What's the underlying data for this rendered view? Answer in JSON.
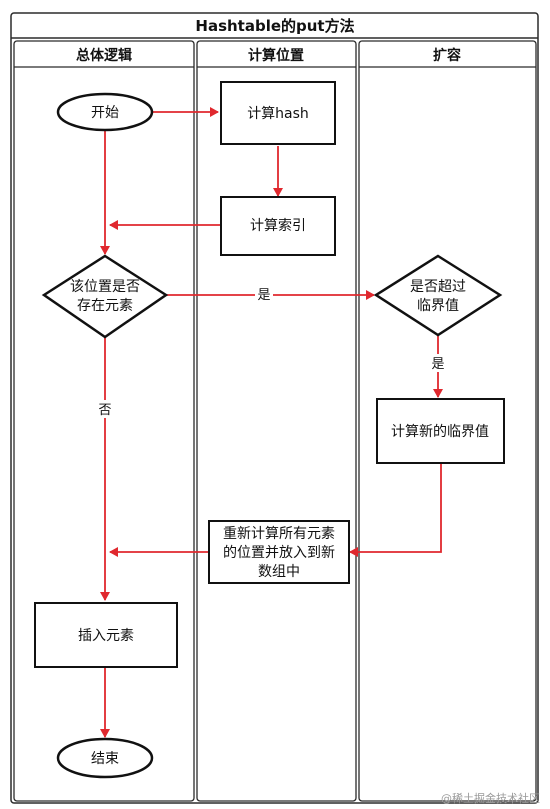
{
  "title": "Hashtable的put方法",
  "lanes": {
    "overall": "总体逻辑",
    "compute": "计算位置",
    "resize": "扩容"
  },
  "nodes": {
    "start": "开始",
    "compute_hash": "计算hash",
    "compute_index": "计算索引",
    "exists_line1": "该位置是否",
    "exists_line2": "存在元素",
    "over_line1": "是否超过",
    "over_line2": "临界值",
    "new_threshold": "计算新的临界值",
    "recompute_line1": "重新计算所有元素",
    "recompute_line2": "的位置并放入到新",
    "recompute_line3": "数组中",
    "insert": "插入元素",
    "end": "结束"
  },
  "edges": {
    "yes_to_resize": "是",
    "yes_down": "是",
    "no": "否"
  },
  "watermark": "@稀土掘金技术社区",
  "colors": {
    "arrow": "#e0282e",
    "stroke": "#111111",
    "lane_border": "#2b2b2b"
  }
}
